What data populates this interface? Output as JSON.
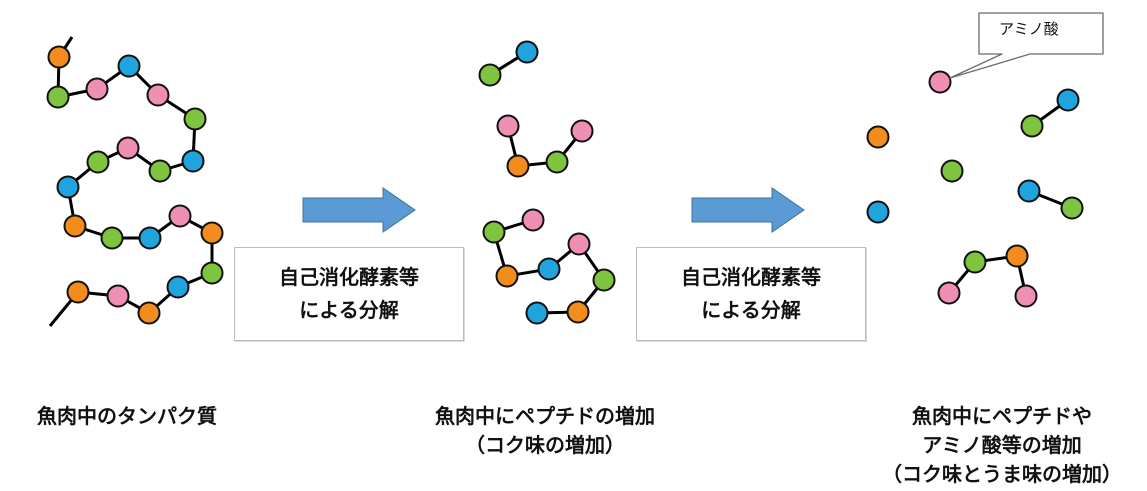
{
  "colors": {
    "pink": "#ef8fb3",
    "green": "#7ec43f",
    "blue": "#20a4dd",
    "orange": "#f28c1c",
    "arrow": "#5b9bd5",
    "line": "#000000"
  },
  "amino_label": "アミノ酸",
  "process_labels": [
    {
      "lines": [
        "自己消化酵素等",
        "による分解"
      ]
    },
    {
      "lines": [
        "自己消化酵素等",
        "による分解"
      ]
    }
  ],
  "captions": [
    {
      "lines": [
        "魚肉中のタンパク質"
      ]
    },
    {
      "lines": [
        "魚肉中にペプチドの増加",
        "（コク味の増加）"
      ]
    },
    {
      "lines": [
        "魚肉中にペプチドや",
        "アミノ酸等の増加",
        "（コク味とうま味の増加）"
      ]
    }
  ]
}
